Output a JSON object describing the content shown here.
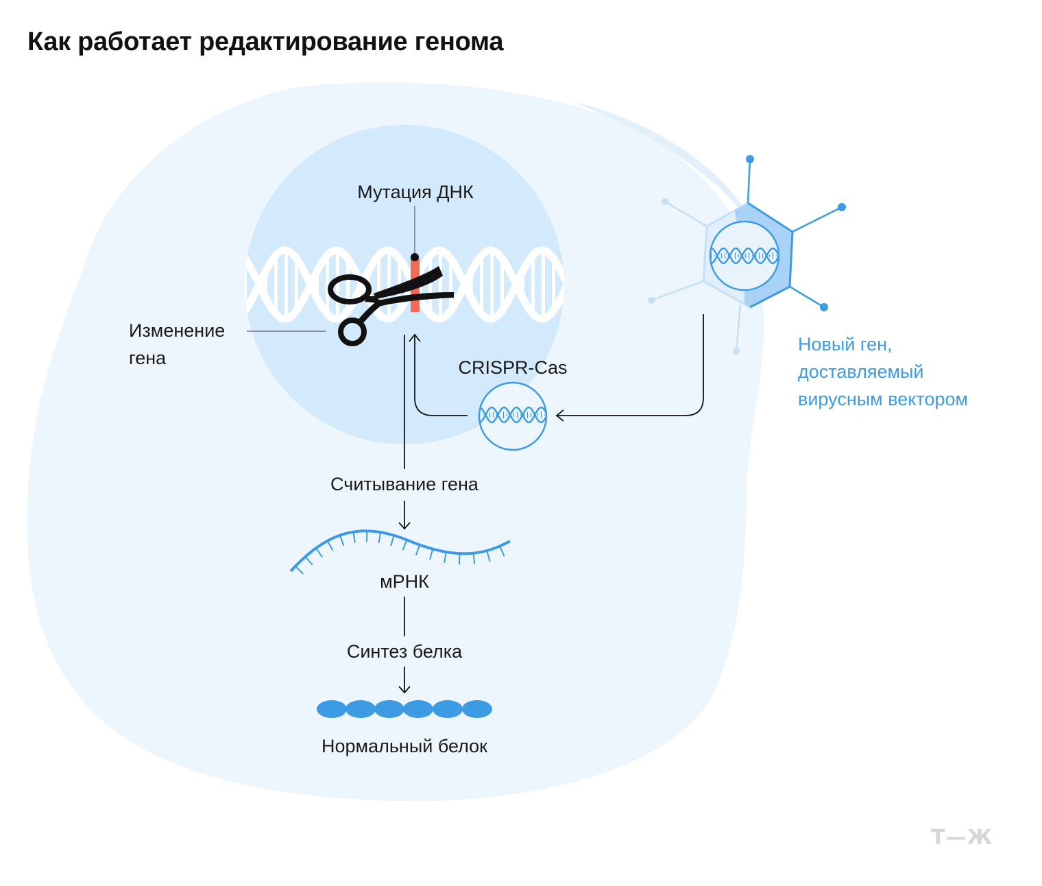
{
  "title": "Как работает редактирование генома",
  "labels": {
    "dna_mutation": "Мутация ДНК",
    "gene_change_line1": "Изменение",
    "gene_change_line2": "гена",
    "crispr": "CRISPR-Cas",
    "new_gene_line1": "Новый ген,",
    "new_gene_line2": "доставляемый",
    "new_gene_line3": "вирусным вектором",
    "gene_reading": "Считывание гена",
    "mrna": "мРНК",
    "protein_synthesis": "Синтез белка",
    "normal_protein": "Нормальный белок"
  },
  "logo": "Т—Ж",
  "colors": {
    "cell": "#eef6fd",
    "nucleus": "#d2eafb",
    "accent_blue": "#3d9be4",
    "mutation": "#f06a55",
    "arrow": "#111111"
  },
  "icons": [
    "scissors-icon",
    "dna-helix-icon",
    "virus-vector-icon",
    "mrna-strand-icon",
    "protein-chain-icon"
  ]
}
